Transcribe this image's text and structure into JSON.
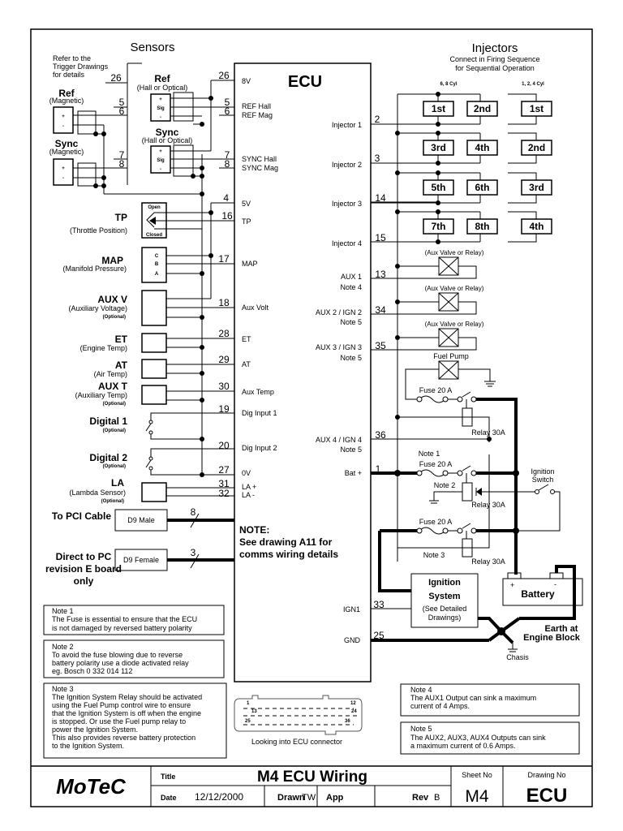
{
  "sensors_heading": "Sensors",
  "refer_note": [
    "Refer to the",
    "Trigger Drawings",
    "for details"
  ],
  "ecu_title": "ECU",
  "injectors_heading": "Injectors",
  "injectors_sub": [
    "Connect in Firing Sequence",
    "for Sequential Operation"
  ],
  "cyl_6_8": "6, 8 Cyl",
  "cyl_1_2_4": "1, 2, 4 Cyl",
  "sensors": {
    "ref_mag": {
      "name": "Ref",
      "desc": "(Magnetic)"
    },
    "sync_mag": {
      "name": "Sync",
      "desc": "(Magnetic)"
    },
    "ref_hall": {
      "name": "Ref",
      "desc": "(Hall or Optical)"
    },
    "sync_hall": {
      "name": "Sync",
      "desc": "(Hall or Optical)"
    },
    "tp": {
      "name": "TP",
      "desc": "(Throttle Position)",
      "open": "Open",
      "closed": "Closed"
    },
    "map": {
      "name": "MAP",
      "desc": "(Manifold Pressure)",
      "pins": [
        "C",
        "B",
        "A"
      ]
    },
    "auxv": {
      "name": "AUX V",
      "desc": "(Auxiliary Voltage)",
      "opt": "(Optional)"
    },
    "et": {
      "name": "ET",
      "desc": "(Engine Temp)"
    },
    "at": {
      "name": "AT",
      "desc": "(Air Temp)"
    },
    "auxt": {
      "name": "AUX T",
      "desc": "(Auxiliary Temp)",
      "opt": "(Optional)"
    },
    "dig1": {
      "name": "Digital 1",
      "opt": "(Optional)"
    },
    "dig2": {
      "name": "Digital 2",
      "opt": "(Optional)"
    },
    "la": {
      "name": "LA",
      "desc": "(Lambda Sensor)",
      "opt": "(Optional)"
    },
    "plus": "+",
    "minus": "-",
    "sig": "Sig"
  },
  "pins_left": {
    "p26": "26",
    "p5": "5",
    "p6": "6",
    "p7": "7",
    "p8": "8",
    "p4": "4",
    "p16": "16",
    "p17": "17",
    "p18": "18",
    "p28": "28",
    "p29": "29",
    "p30": "30",
    "p19": "19",
    "p20": "20",
    "p27": "27",
    "p31": "31",
    "p32": "32"
  },
  "ecu_left_labels": {
    "v8": "8V",
    "refhall": "REF Hall",
    "refmag": "REF Mag",
    "synchall": "SYNC Hall",
    "syncmag": "SYNC Mag",
    "v5": "5V",
    "tp": "TP",
    "map": "MAP",
    "auxvolt": "Aux Volt",
    "et": "ET",
    "at": "AT",
    "auxtemp": "Aux Temp",
    "dig1": "Dig Input 1",
    "dig2": "Dig Input 2",
    "ov": "0V",
    "lap": "LA +",
    "lam": "LA -"
  },
  "ecu_right_labels": {
    "inj1": "Injector 1",
    "inj2": "Injector 2",
    "inj3": "Injector 3",
    "inj4": "Injector 4",
    "aux1": "AUX 1",
    "note4": "Note 4",
    "aux2": "AUX 2 / IGN 2",
    "note5a": "Note 5",
    "aux3": "AUX 3 / IGN 3",
    "note5b": "Note 5",
    "aux4": "AUX 4 / IGN 4",
    "note5c": "Note 5",
    "bat": "Bat +",
    "ign1": "IGN1",
    "gnd": "GND"
  },
  "pins_right": {
    "p2": "2",
    "p3": "3",
    "p14": "14",
    "p15": "15",
    "p13": "13",
    "p34": "34",
    "p35": "35",
    "p36": "36",
    "p1": "1",
    "p33": "33",
    "p25": "25"
  },
  "injector_boxes": {
    "a": [
      "1st",
      "3rd",
      "5th",
      "7th"
    ],
    "b": [
      "2nd",
      "4th",
      "6th",
      "8th"
    ],
    "c": [
      "1st",
      "2nd",
      "3rd",
      "4th"
    ]
  },
  "aux_valve": "(Aux Valve or Relay)",
  "fuel_pump": "Fuel Pump",
  "fuse": "Fuse 20 A",
  "relay": "Relay 30A",
  "note1_label": "Note 1",
  "note2_label": "Note 2",
  "note3_label": "Note 3",
  "ignition_switch": [
    "Ignition",
    "Switch"
  ],
  "battery": "Battery",
  "ignition_system": [
    "Ignition",
    "System",
    "(See Detailed",
    "Drawings)"
  ],
  "earth": [
    "Earth at",
    "Engine Block"
  ],
  "chasis": "Chasis",
  "comms": {
    "pci": "To PCI Cable",
    "d9m": "D9 Male",
    "wires8": "8",
    "direct": [
      "Direct to PC",
      "revision E board",
      "only"
    ],
    "d9f": "D9 Female",
    "wires3": "3"
  },
  "ecu_note": [
    "NOTE:",
    "See drawing A11 for",
    "comms wiring details"
  ],
  "notes": {
    "n1": [
      "Note 1",
      "The Fuse is essential to ensure that the ECU",
      "is not damaged by reversed battery polarity"
    ],
    "n2": [
      "Note 2",
      "To avoid the fuse blowing due to reverse",
      "battery polarity use a diode activated relay",
      "eg. Bosch 0 332 014 112"
    ],
    "n3": [
      "Note 3",
      "The Ignition System Relay should be activated",
      "using the Fuel Pump control wire to ensure",
      "that the Ignition System is off when the engine",
      "is stopped. Or use the Fuel pump relay to",
      "power the Ignition System.",
      "This also provides reverse battery protection",
      "to the Ignition System."
    ],
    "n4": [
      "Note 4",
      "The AUX1 Output can sink a maximum",
      "current of 4 Amps."
    ],
    "n5": [
      "Note 5",
      "The AUX2, AUX3, AUX4 Outputs can sink",
      "a maximum current of 0.6 Amps."
    ]
  },
  "connector": {
    "p1": "1",
    "p12": "12",
    "p13": "13",
    "p24": "24",
    "p25": "25",
    "p36": "36",
    "caption": "Looking into ECU connector"
  },
  "title_block": {
    "logo": "MoTeC",
    "title_label": "Title",
    "title": "M4 ECU Wiring",
    "date_label": "Date",
    "date": "12/12/2000",
    "drawn_label": "Drawn",
    "drawn": "TW",
    "app_label": "App",
    "rev_label": "Rev",
    "rev": "B",
    "sheet_label": "Sheet No",
    "sheet": "M4",
    "drawing_label": "Drawing No",
    "drawing": "ECU"
  }
}
